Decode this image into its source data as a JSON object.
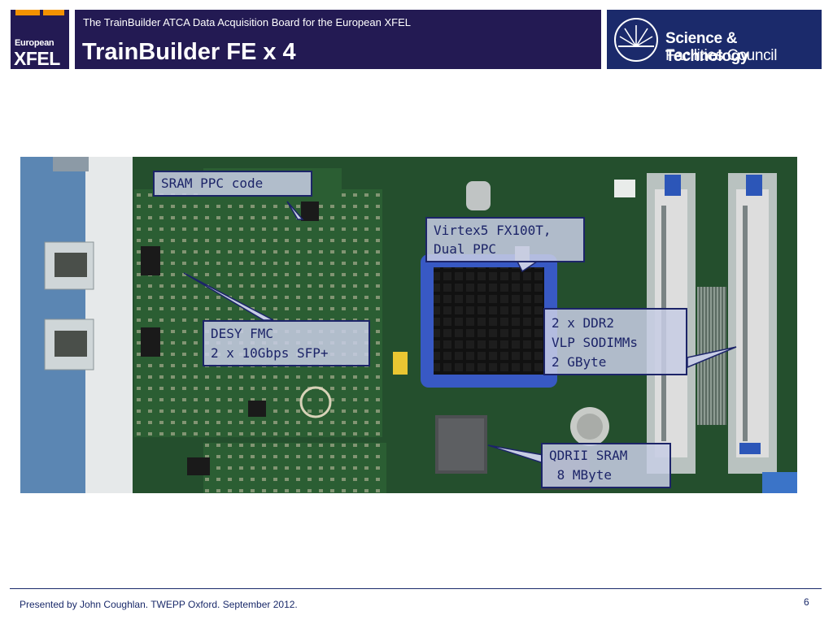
{
  "header": {
    "logo_line1": "European",
    "logo_line2": "XFEL",
    "subtitle": "The TrainBuilder ATCA Data Acquisition Board for the European XFEL",
    "title": "TrainBuilder FE x 4",
    "partner_logo_line1": "Science & Technology",
    "partner_logo_line2": "Facilities Council"
  },
  "photo_labels": {
    "sram": "SRAM PPC code",
    "virtex": "Virtex5 FX100T,\nDual PPC",
    "desy": "DESY FMC\n2 x 10Gbps SFP+",
    "ddr2": "2 x DDR2\nVLP SODIMMs\n2 GByte",
    "qdr": "QDRII SRAM\n 8 MByte"
  },
  "footer": {
    "presenter": "Presented by John Coughlan. TWEPP Oxford. September  2012.",
    "page_number": "6"
  },
  "colors": {
    "header_navy": "#231a53",
    "stfc_blue": "#1b2a6b",
    "xfel_orange": "#f39200",
    "callout_fill": "#c7cde4",
    "callout_border": "#1c2468"
  }
}
